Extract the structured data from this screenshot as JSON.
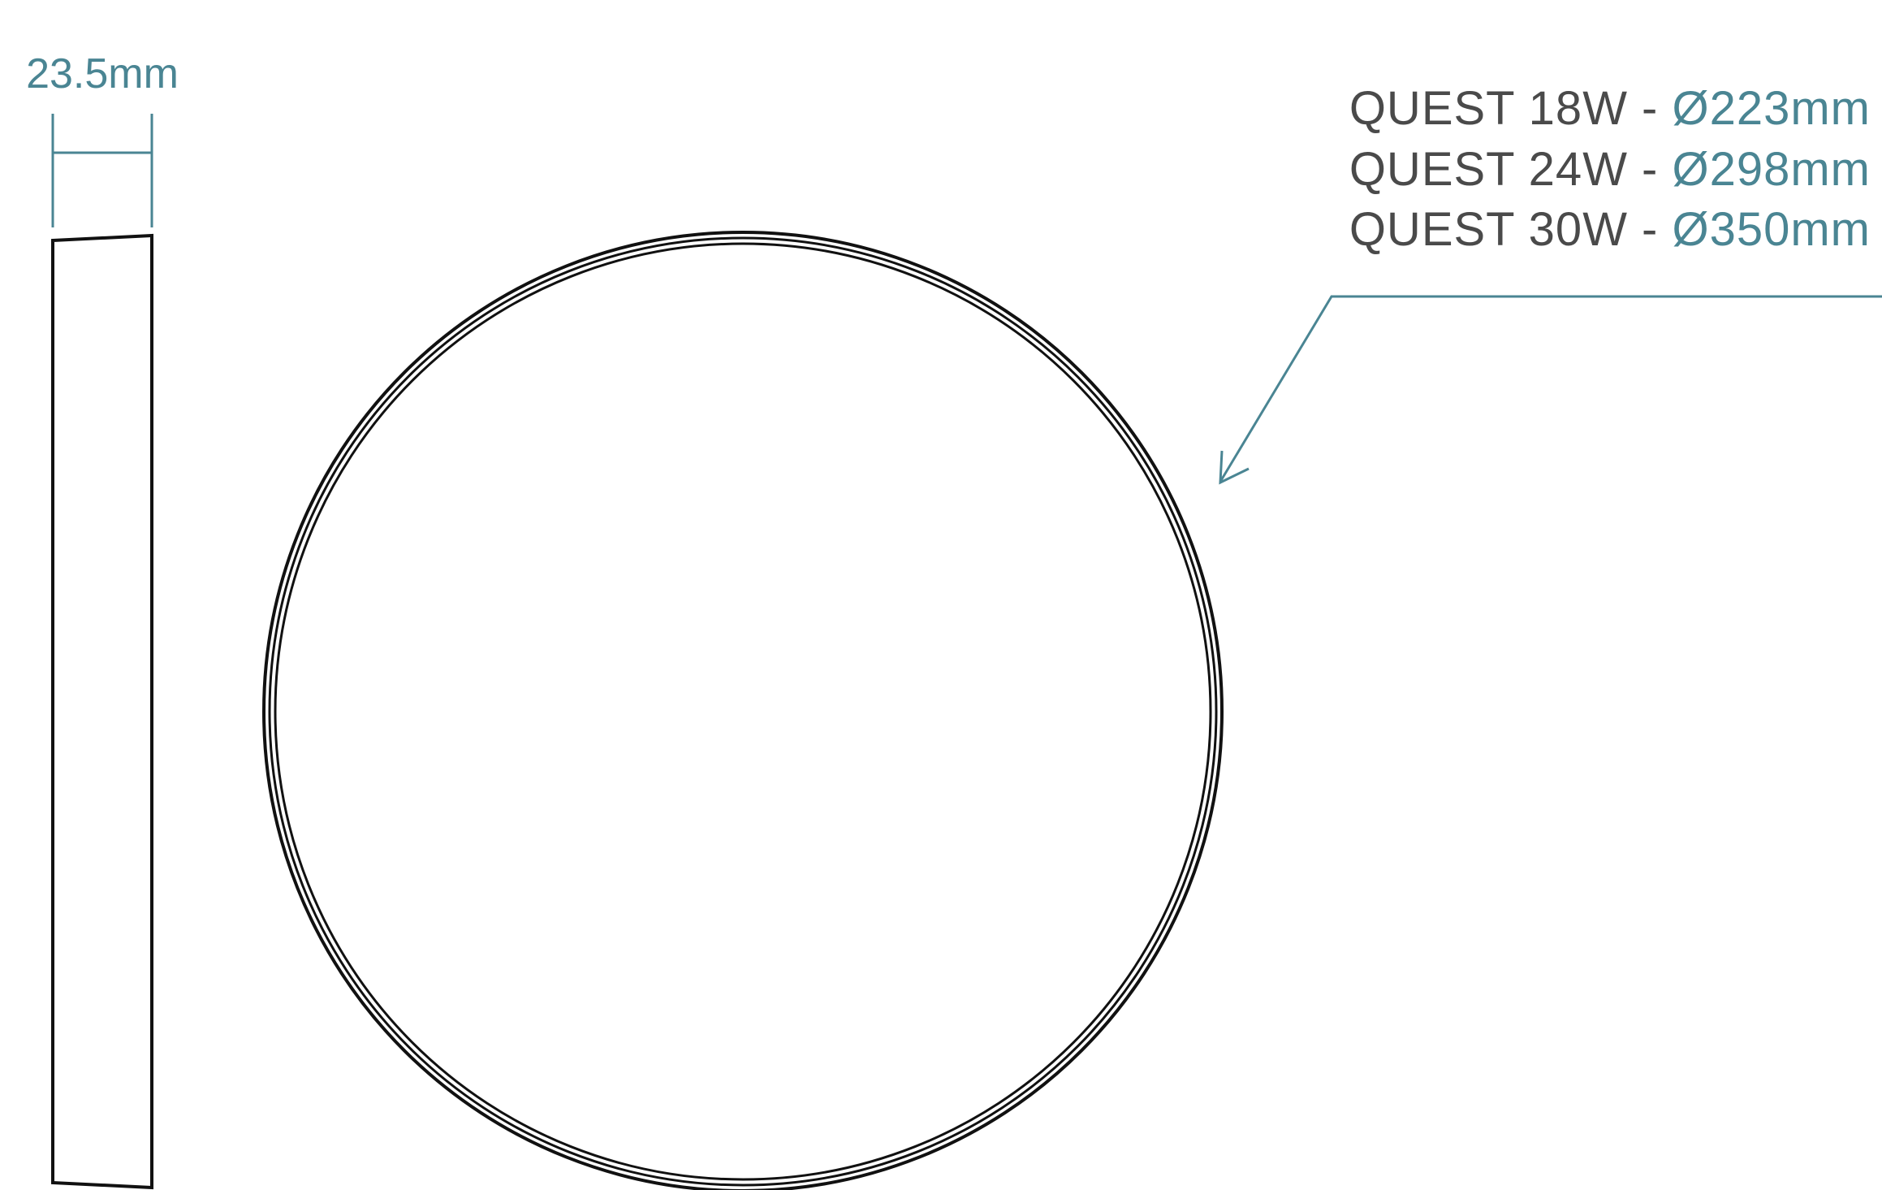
{
  "side_view": {
    "thickness_label": "23.5mm"
  },
  "specs": [
    {
      "model": "QUEST 18W",
      "separator": " - ",
      "diameter": "Ø223mm"
    },
    {
      "model": "QUEST 24W",
      "separator": " - ",
      "diameter": "Ø298mm"
    },
    {
      "model": "QUEST 30W",
      "separator": " - ",
      "diameter": "Ø350mm"
    }
  ],
  "colors": {
    "accent": "#4a8593",
    "text": "#4a4a4a",
    "outline": "#111111"
  }
}
